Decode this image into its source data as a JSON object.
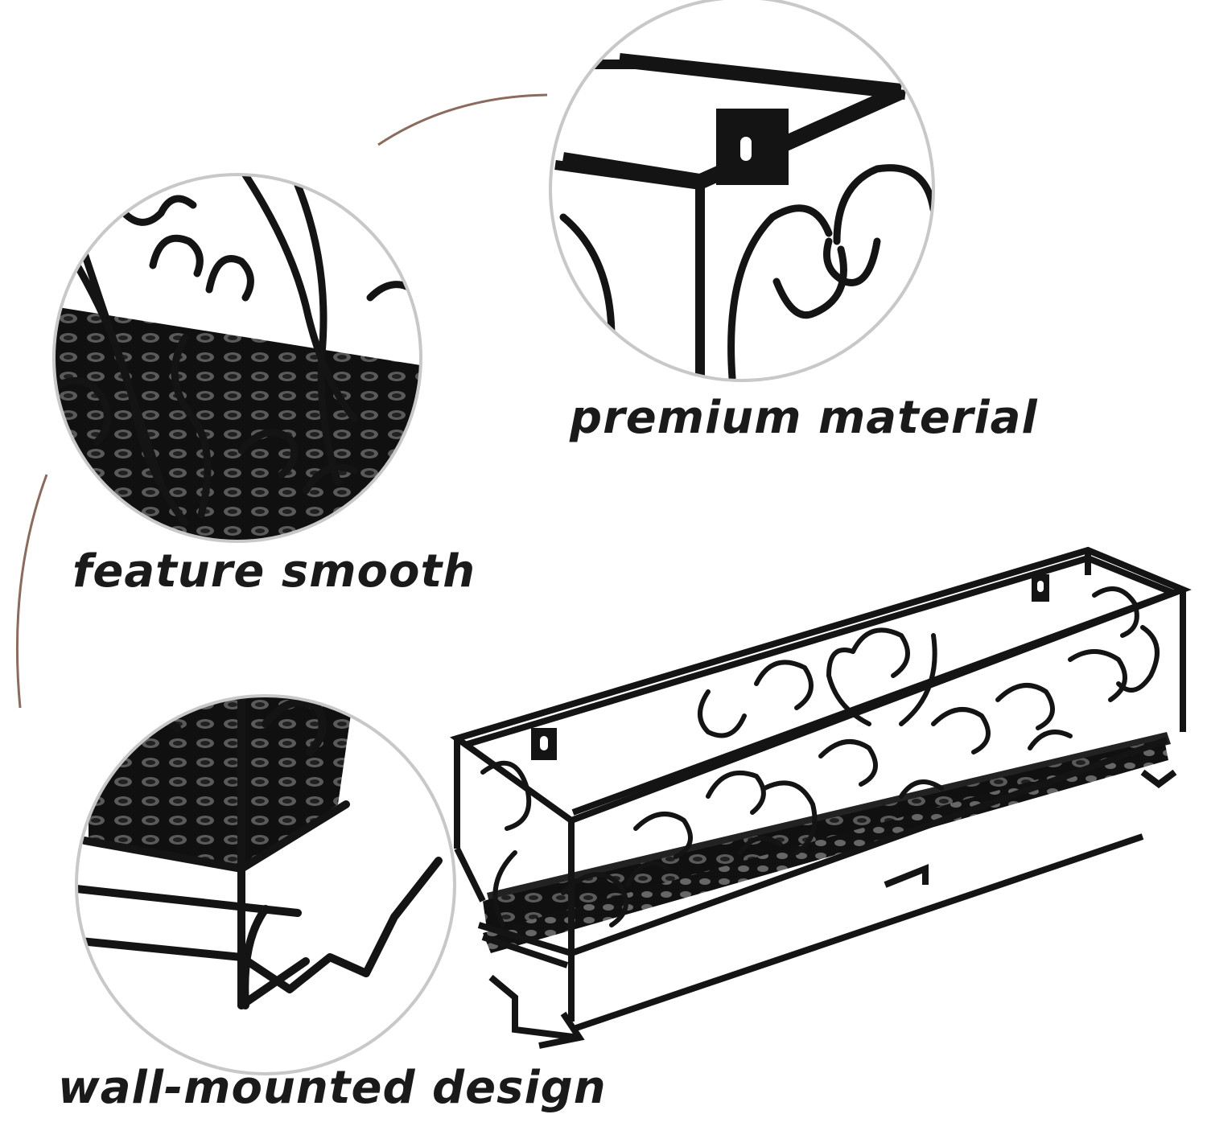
{
  "captions": {
    "premium": "premium material",
    "smooth": "feature smooth",
    "wall": "wall-mounted design"
  },
  "colors": {
    "metal": "#141414",
    "circle_border": "#c8c8c8",
    "connector_arc": "#8a6b5e",
    "background": "#ffffff"
  }
}
